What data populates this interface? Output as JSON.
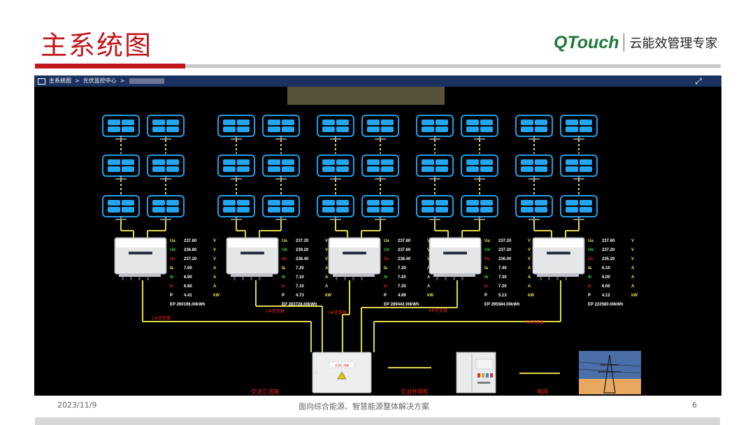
{
  "slide": {
    "title": "主系统图",
    "logo_brand": "QTouch",
    "logo_tagline": "云能效管理专家",
    "footer_date": "2023/11/9",
    "footer_center": "面向综合能源、智慧能源整体解决方案",
    "page_number": "6"
  },
  "app": {
    "breadcrumb": [
      "主系统图",
      "光伏监控中心"
    ],
    "breadcrumb_separator": ">"
  },
  "colors": {
    "panel_stroke": "#1e9ee8",
    "panel_cell": "#22a6f2",
    "wire_yellow": "#e0d84a",
    "text_red": "#e2261e",
    "text_green": "#2fd13b",
    "text_white": "#ffffff",
    "text_yellow": "#f0e040"
  },
  "inverters": [
    {
      "label": "1#逆变器",
      "Ua": "237.60",
      "Ub": "236.80",
      "Uc": "237.20",
      "Ia": "7.00",
      "Ib": "6.90",
      "Ic": "6.80",
      "P": "4.41",
      "EP": "260196.00"
    },
    {
      "label": "2#逆变器",
      "Ua": "237.20",
      "Ub": "239.20",
      "Uc": "238.40",
      "Ia": "7.20",
      "Ib": "7.10",
      "Ic": "7.10",
      "P": "4.73",
      "EP": "283728.00"
    },
    {
      "label": "3#逆变器",
      "Ua": "237.60",
      "Ub": "237.60",
      "Uc": "238.40",
      "Ia": "7.30",
      "Ib": "7.20",
      "Ic": "7.30",
      "P": "4.99",
      "EP": "289442.00"
    },
    {
      "label": "4#逆变器",
      "Ua": "237.20",
      "Ub": "237.20",
      "Uc": "236.00",
      "Ia": "7.40",
      "Ib": "7.30",
      "Ic": "7.20",
      "P": "5.13",
      "EP": "295584.00"
    },
    {
      "label": "5#逆变器",
      "Ua": "237.60",
      "Ub": "237.20",
      "Uc": "235.20",
      "Ia": "6.10",
      "Ib": "6.00",
      "Ic": "6.00",
      "P": "4.12",
      "EP": "222580.00"
    }
  ],
  "param_units": {
    "U": "V",
    "I": "A",
    "P": "kW",
    "EP": "kWh"
  },
  "bottom": {
    "combiner_label": "交流汇流箱",
    "combiner_nameplate": "交流汇流箱",
    "grid_cabinet_label": "交流并网柜",
    "grid_label": "电网"
  }
}
